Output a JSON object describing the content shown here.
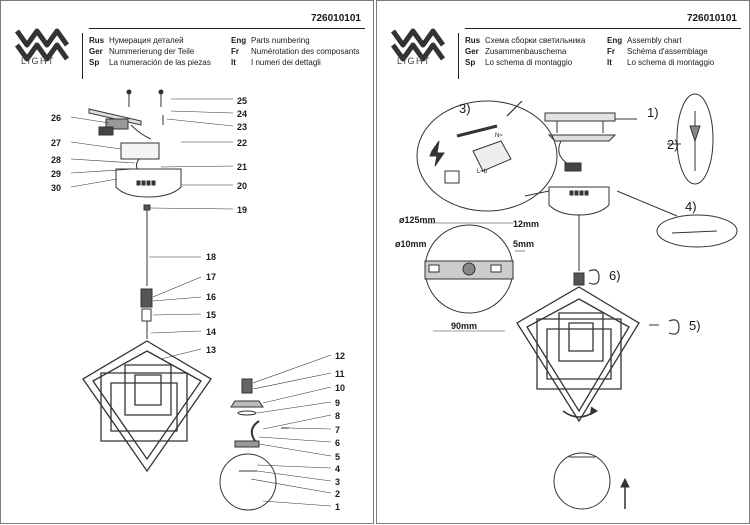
{
  "left_page": {
    "brand": "LIGHT",
    "code": "726010101",
    "header": [
      {
        "lang": "Rus",
        "text": "Нумерация деталей"
      },
      {
        "lang": "Ger",
        "text": "Nummerierung der Teile"
      },
      {
        "lang": "Sp",
        "text": "La numeración de las piezas"
      },
      {
        "lang": "Eng",
        "text": "Parts numbering"
      },
      {
        "lang": "Fr",
        "text": "Numérotation des composants"
      },
      {
        "lang": "It",
        "text": "I numeri dei dettagli"
      }
    ],
    "part_numbers": [
      "1",
      "2",
      "3",
      "4",
      "5",
      "6",
      "7",
      "8",
      "9",
      "10",
      "11",
      "12",
      "13",
      "14",
      "15",
      "16",
      "17",
      "18",
      "19",
      "20",
      "21",
      "22",
      "23",
      "24",
      "25",
      "26",
      "27",
      "28",
      "29",
      "30"
    ]
  },
  "right_page": {
    "brand": "LIGHT",
    "code": "726010101",
    "header": [
      {
        "lang": "Rus",
        "text": "Схема сборки светильника"
      },
      {
        "lang": "Ger",
        "text": "Zusammenbauschema"
      },
      {
        "lang": "Sp",
        "text": "Lo schema di montaggio"
      },
      {
        "lang": "Eng",
        "text": "Assembly chart"
      },
      {
        "lang": "Fr",
        "text": "Schéma d'assemblage"
      },
      {
        "lang": "It",
        "text": "Lo schema di montaggio"
      }
    ],
    "steps": [
      "1)",
      "2)",
      "3)",
      "4)",
      "5)",
      "6)"
    ],
    "dimensions": {
      "d125": "ø125mm",
      "d10": "ø10mm",
      "w12": "12mm",
      "w5": "5mm",
      "w90": "90mm"
    },
    "terminal_labels": {
      "neutral": "N≈",
      "line": "L≈b"
    }
  }
}
